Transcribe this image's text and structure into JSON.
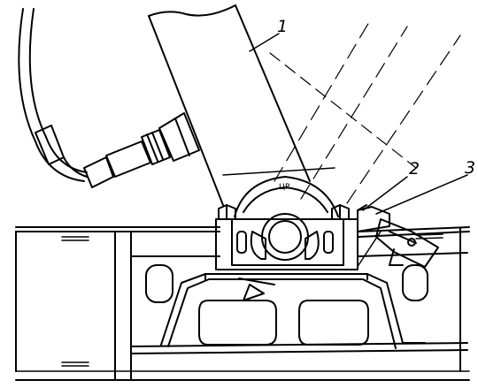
{
  "callouts": {
    "c1": "1",
    "c2": "2",
    "c3": "3"
  },
  "mark": "ЦР",
  "colors": {
    "line": "#000000",
    "paper": "#ffffff"
  },
  "icons": {
    "hose": "hydraulic-hose-icon",
    "fitting": "hose-fitting-icon",
    "nut": "hex-nut-icon"
  }
}
